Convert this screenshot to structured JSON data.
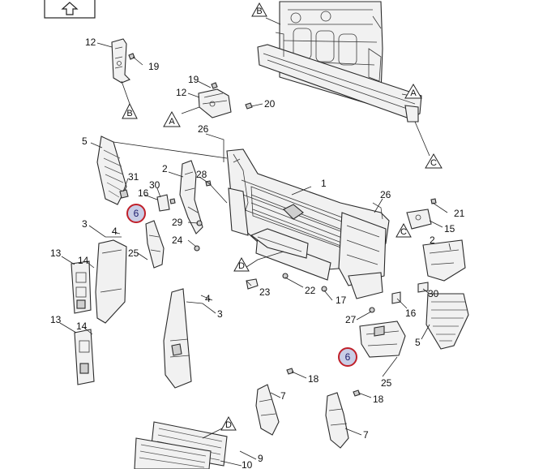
{
  "diagram": {
    "corner_icon": "up-arrow-icon",
    "reference_letters": [
      "B",
      "B",
      "A",
      "A",
      "C",
      "C",
      "D",
      "D"
    ],
    "part_numbers": [
      "12",
      "19",
      "19",
      "12",
      "20",
      "26",
      "5",
      "2",
      "31",
      "30",
      "28",
      "16",
      "1",
      "26",
      "21",
      "15",
      "29",
      "24",
      "3",
      "4",
      "25",
      "13",
      "14",
      "2",
      "D",
      "23",
      "22",
      "17",
      "30",
      "27",
      "16",
      "4",
      "3",
      "13",
      "14",
      "5",
      "25",
      "18",
      "7",
      "18",
      "7",
      "9",
      "10"
    ],
    "highlighted_parts": [
      "6",
      "6"
    ],
    "colors": {
      "highlight_ring": "#c0202a",
      "highlight_fill": "#c9cde6"
    }
  }
}
